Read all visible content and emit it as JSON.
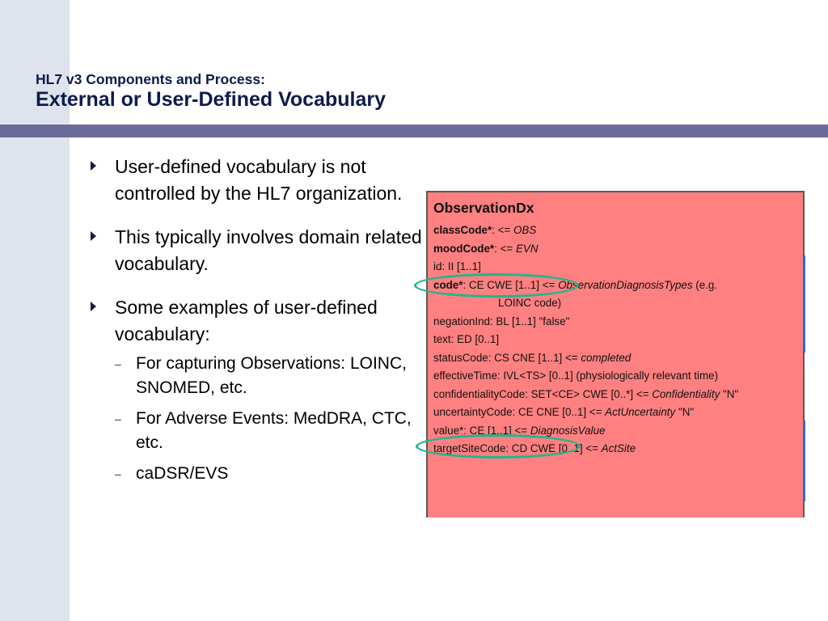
{
  "slide": {
    "subtitle": "HL7 v3 Components and Process:",
    "title": "External or User-Defined Vocabulary"
  },
  "bullets": [
    {
      "text": "User-defined vocabulary is not controlled by the HL7 organization."
    },
    {
      "text": "This typically involves domain related vocabulary."
    },
    {
      "text": "Some examples of user-defined vocabulary:"
    }
  ],
  "sub_bullets": [
    {
      "text": "For capturing Observations: LOINC, SNOMED, etc."
    },
    {
      "text": "For Adverse Events: MedDRA, CTC, etc."
    },
    {
      "text": "caDSR/EVS"
    }
  ],
  "observation_box": {
    "title": "ObservationDx",
    "lines": [
      {
        "key": "classCode*",
        "rest": ": <= ",
        "italic": "OBS",
        "tail": ""
      },
      {
        "key": "moodCode*",
        "rest": ": <= ",
        "italic": "EVN",
        "tail": ""
      },
      {
        "key": "",
        "rest": "id: II [1..1]",
        "italic": "",
        "tail": ""
      },
      {
        "key": "code*",
        "rest": ": CE CWE [1..1] <= ",
        "italic": "ObservationDiagnosisTypes",
        "tail": " (e.g."
      },
      {
        "key": "",
        "rest": "LOINC code)",
        "italic": "",
        "tail": ""
      },
      {
        "key": "",
        "rest": "negationInd: BL [1..1] \"false\"",
        "italic": "",
        "tail": ""
      },
      {
        "key": "",
        "rest": "text: ED [0..1]",
        "italic": "",
        "tail": ""
      },
      {
        "key": "",
        "rest": "statusCode: CS CNE [1..1] <= ",
        "italic": "completed",
        "tail": ""
      },
      {
        "key": "",
        "rest": "effectiveTime: IVL<TS> [0..1] (physiologically relevant time)",
        "italic": "",
        "tail": ""
      },
      {
        "key": "",
        "rest": "confidentialityCode: SET<CE> CWE [0..*] <= ",
        "italic": "Confidentiality",
        "tail": " \"N\""
      },
      {
        "key": "",
        "rest": "uncertaintyCode: CE CNE [0..1] <= ",
        "italic": "ActUncertainty",
        "tail": " \"N\""
      },
      {
        "key": "",
        "rest": "value*: CE [1..1] <= ",
        "italic": "DiagnosisValue",
        "tail": ""
      },
      {
        "key": "",
        "rest": "targetSiteCode: CD CWE [0..1] <= ",
        "italic": "ActSite",
        "tail": ""
      }
    ]
  },
  "colors": {
    "box_fill": "#ff8080",
    "highlight_ellipse": "#1fb58f",
    "title_rule": "#6b6b9a"
  }
}
